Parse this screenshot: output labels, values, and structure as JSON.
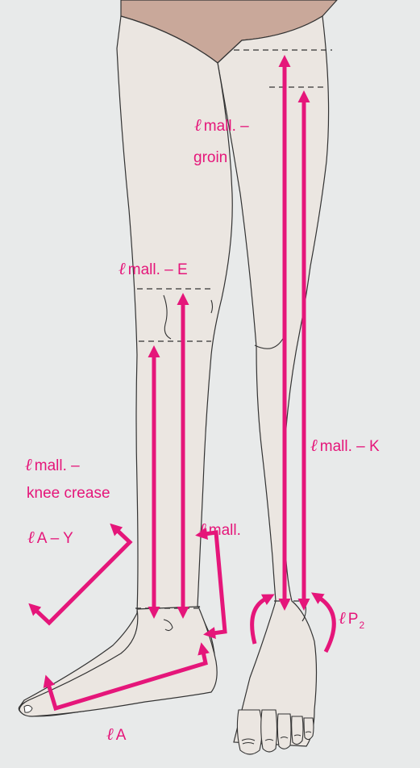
{
  "colors": {
    "background": "#e8eaea",
    "skin": "#ebe6e1",
    "shorts": "#c9a89a",
    "accent": "#e5167a",
    "outline": "#333333"
  },
  "labels": {
    "ell_symbol": "ℓ",
    "mall_groin_1": "mall. –",
    "mall_groin_2": "groin",
    "mall_e": "mall. – E",
    "mall_knee_1": "mall. –",
    "mall_knee_2": "knee crease",
    "mall": "mall.",
    "a_y": "A – Y",
    "mall_k": "mall. – K",
    "p2": "P",
    "p2_sub": "2",
    "a": "A"
  }
}
